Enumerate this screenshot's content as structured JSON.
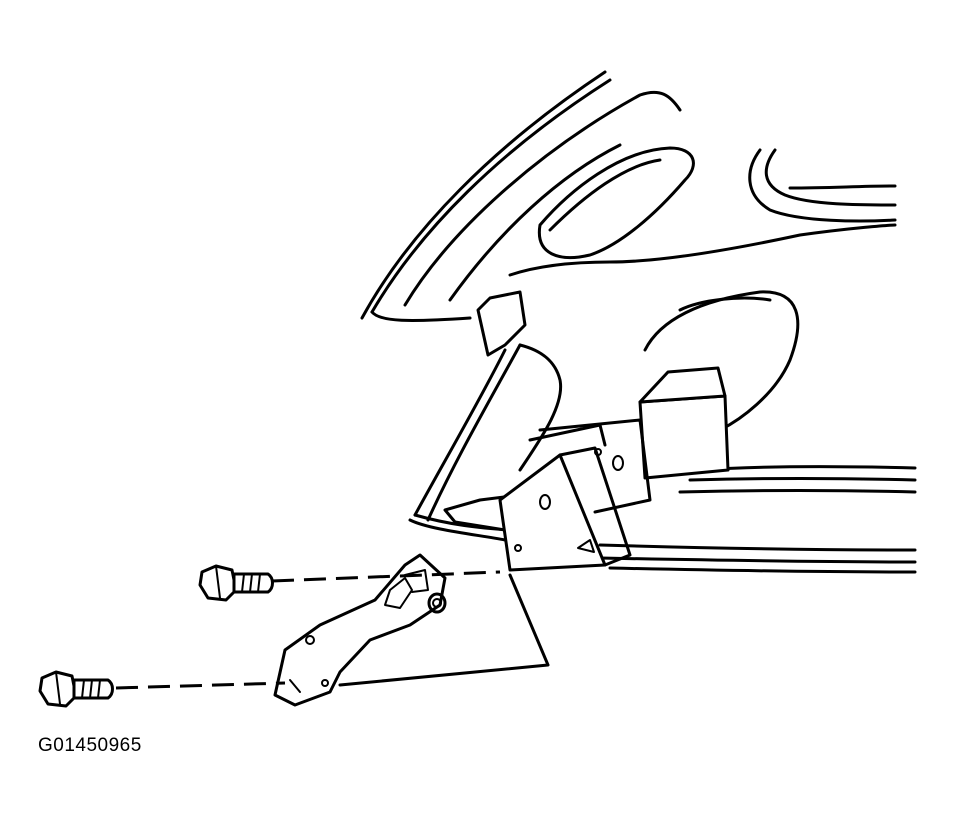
{
  "figure": {
    "id_label": "G01450965"
  },
  "parts": {
    "body_panel": "vehicle-body-panel",
    "bracket": "mounting-bracket",
    "hinge_plate": "hinge-plate",
    "upper_bolt": "upper-bolt",
    "lower_bolt": "lower-bolt"
  }
}
